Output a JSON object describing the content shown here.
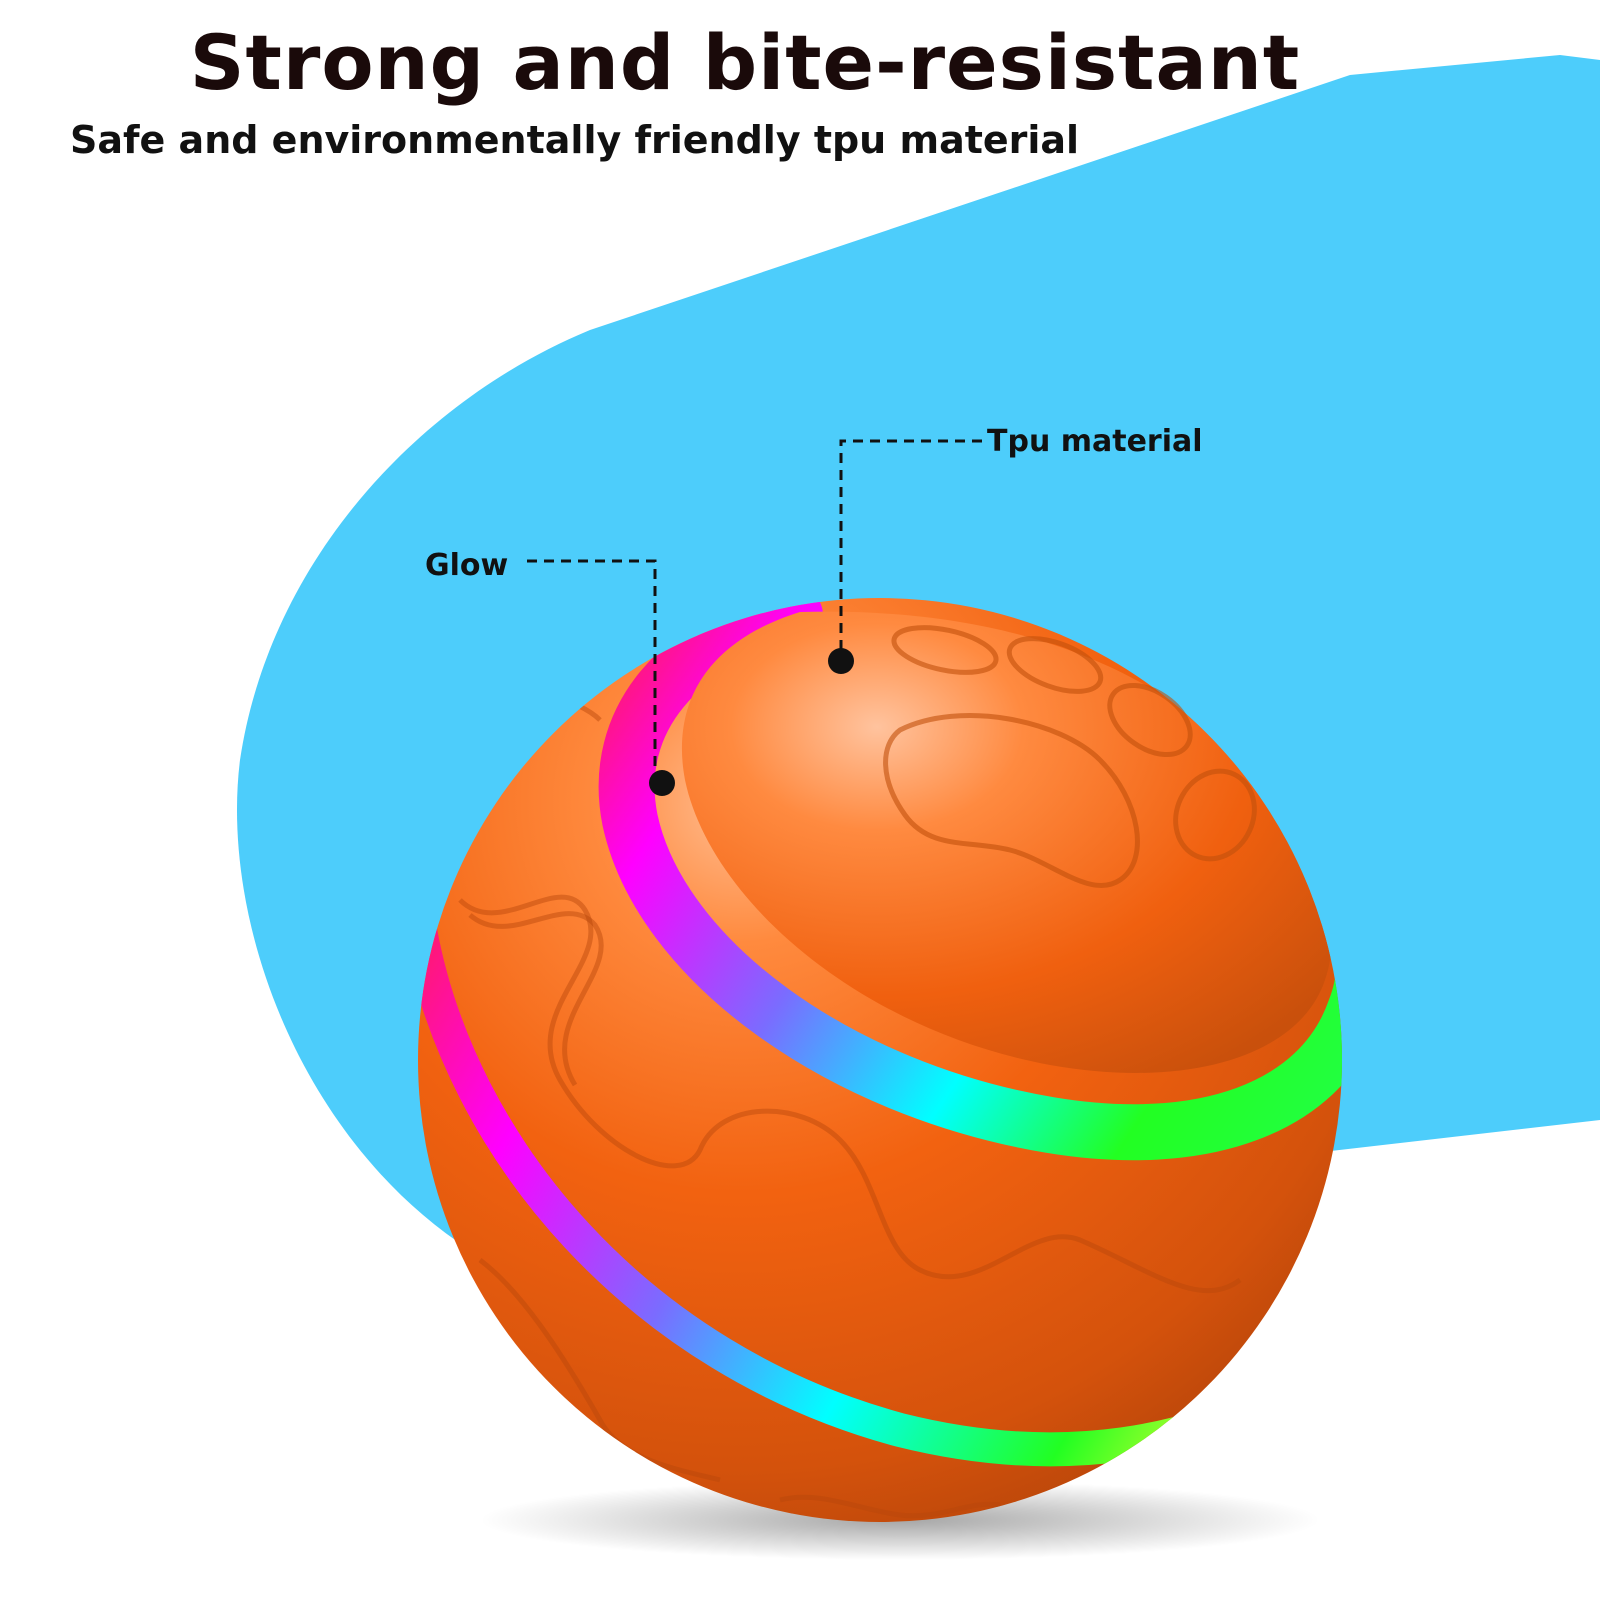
{
  "headline": {
    "title": "Strong and bite-resistant",
    "subtitle": "Safe and environmentally friendly tpu material"
  },
  "callouts": {
    "glow_label": "Glow",
    "tpu_label": "Tpu material"
  },
  "colors": {
    "background": "#ffffff",
    "backdrop_blue": "#4dcdfb",
    "ball_orange": "#ee5f10",
    "ball_highlight": "#ffb184",
    "band_gradient": [
      "#ff1a6a",
      "#ff00ff",
      "#7a6cff",
      "#00ffff",
      "#22ff22",
      "#ffff33"
    ],
    "text": "#111111",
    "leader": "#111111"
  },
  "icons": {
    "paw": "paw-print-icon"
  }
}
